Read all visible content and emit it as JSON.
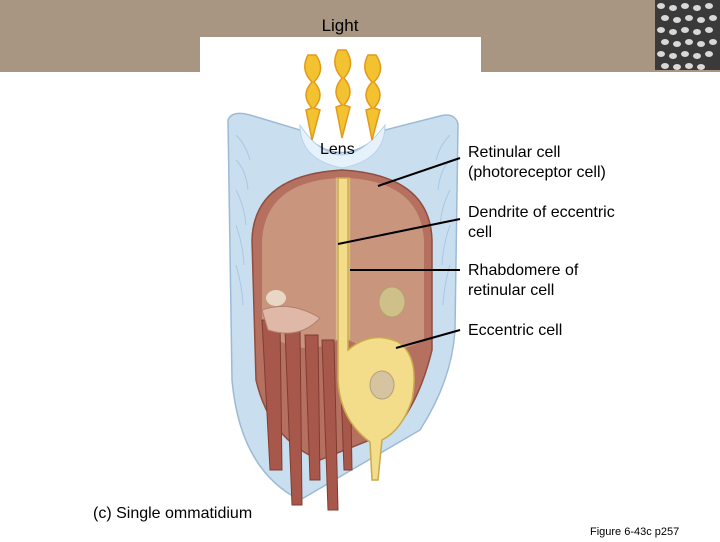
{
  "title": "Light",
  "labels": {
    "lens": "Lens",
    "retinular": [
      "Retinular cell",
      "(photoreceptor cell)"
    ],
    "dendrite": [
      "Dendrite of eccentric",
      "cell"
    ],
    "rhabdomere": [
      "Rhabdomere of",
      "retinular cell"
    ],
    "eccentric": "Eccentric cell"
  },
  "caption": "(c) Single ommatidium",
  "figure_ref": "Figure 6-43c p257",
  "colors": {
    "band": "#a89582",
    "sheath_blue": "#c9dff0",
    "cell_brown": "#b5705f",
    "cell_inner": "#c9957c",
    "yellow_cell": "#f3dd8a",
    "arrow_yellow": "#f2c230"
  }
}
